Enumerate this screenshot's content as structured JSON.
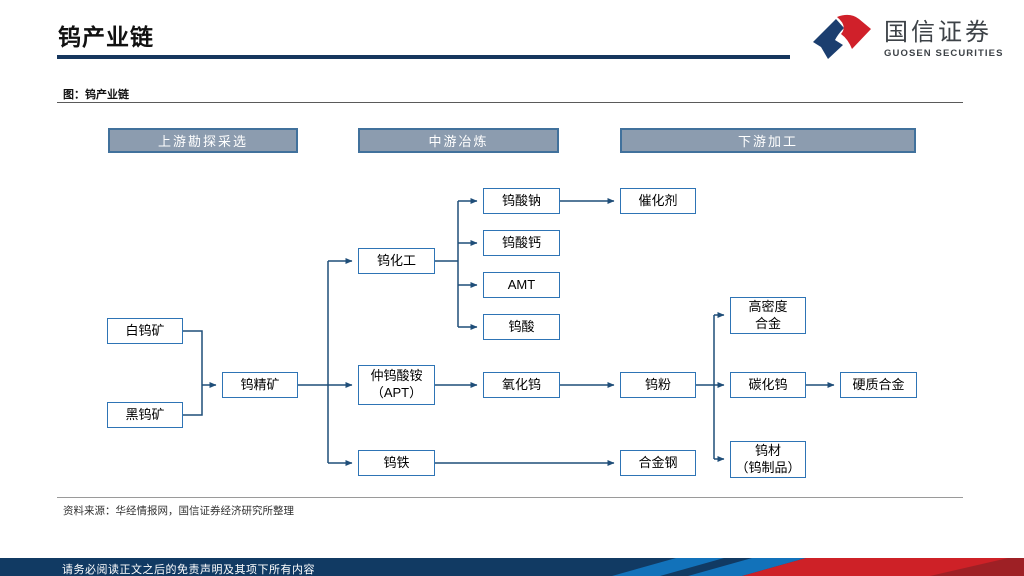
{
  "page": {
    "title": "钨产业链",
    "figure_caption": "图：钨产业链",
    "source_note": "资料来源：华经情报网，国信证券经济研究所整理",
    "footer_disclaimer": "请务必阅读正文之后的免责声明及其项下所有内容"
  },
  "brand": {
    "name_cn": "国信证券",
    "name_en": "GUOSEN SECURITIES",
    "logo_icon": "guosen-logo-mark",
    "logo_blue": "#1B3E6F",
    "logo_red": "#D0202A"
  },
  "colors": {
    "title_rule": "#16365D",
    "stage_header_fill": "#8C9CAF",
    "stage_header_border": "#41719C",
    "node_border": "#2E74B5",
    "connector": "#1F4E79",
    "footer_navy": "#113A63",
    "footer_light_blue": "#1272BA",
    "footer_red": "#CE2127",
    "footer_dark_red": "#9E2025"
  },
  "diagram": {
    "stage_headers": [
      {
        "label": "上游勘探采选"
      },
      {
        "label": "中游冶炼"
      },
      {
        "label": "下游加工"
      }
    ],
    "nodes": [
      {
        "id": "scheelite",
        "label": "白钨矿"
      },
      {
        "id": "wolframite",
        "label": "黑钨矿"
      },
      {
        "id": "tungsten-concentrate",
        "label": "钨精矿"
      },
      {
        "id": "tungsten-chemicals",
        "label": "钨化工"
      },
      {
        "id": "apt",
        "label": "仲钨酸铵\n（APT）"
      },
      {
        "id": "ferrotungsten",
        "label": "钨铁"
      },
      {
        "id": "sodium-tungstate",
        "label": "钨酸钠"
      },
      {
        "id": "calcium-tungstate",
        "label": "钨酸钙"
      },
      {
        "id": "amt",
        "label": "AMT"
      },
      {
        "id": "tungstic-acid",
        "label": "钨酸"
      },
      {
        "id": "tungsten-oxide",
        "label": "氧化钨"
      },
      {
        "id": "catalyst",
        "label": "催化剂"
      },
      {
        "id": "tungsten-powder",
        "label": "钨粉"
      },
      {
        "id": "alloy-steel",
        "label": "合金钢"
      },
      {
        "id": "high-density-alloy",
        "label": "高密度\n合金"
      },
      {
        "id": "tungsten-carbide",
        "label": "碳化钨"
      },
      {
        "id": "cemented-carbide",
        "label": "硬质合金"
      },
      {
        "id": "tungsten-products",
        "label": "钨材\n（钨制品）"
      }
    ],
    "edges": [
      [
        "白钨矿",
        "钨精矿"
      ],
      [
        "黑钨矿",
        "钨精矿"
      ],
      [
        "钨精矿",
        "钨化工"
      ],
      [
        "钨精矿",
        "仲钨酸铵（APT）"
      ],
      [
        "钨精矿",
        "钨铁"
      ],
      [
        "钨化工",
        "钨酸钠"
      ],
      [
        "钨化工",
        "钨酸钙"
      ],
      [
        "钨化工",
        "AMT"
      ],
      [
        "钨化工",
        "钨酸"
      ],
      [
        "钨酸钠",
        "催化剂"
      ],
      [
        "仲钨酸铵（APT）",
        "氧化钨"
      ],
      [
        "氧化钨",
        "钨粉"
      ],
      [
        "钨粉",
        "高密度合金"
      ],
      [
        "钨粉",
        "碳化钨"
      ],
      [
        "钨粉",
        "钨材（钨制品）"
      ],
      [
        "碳化钨",
        "硬质合金"
      ],
      [
        "钨铁",
        "合金钢"
      ]
    ]
  }
}
